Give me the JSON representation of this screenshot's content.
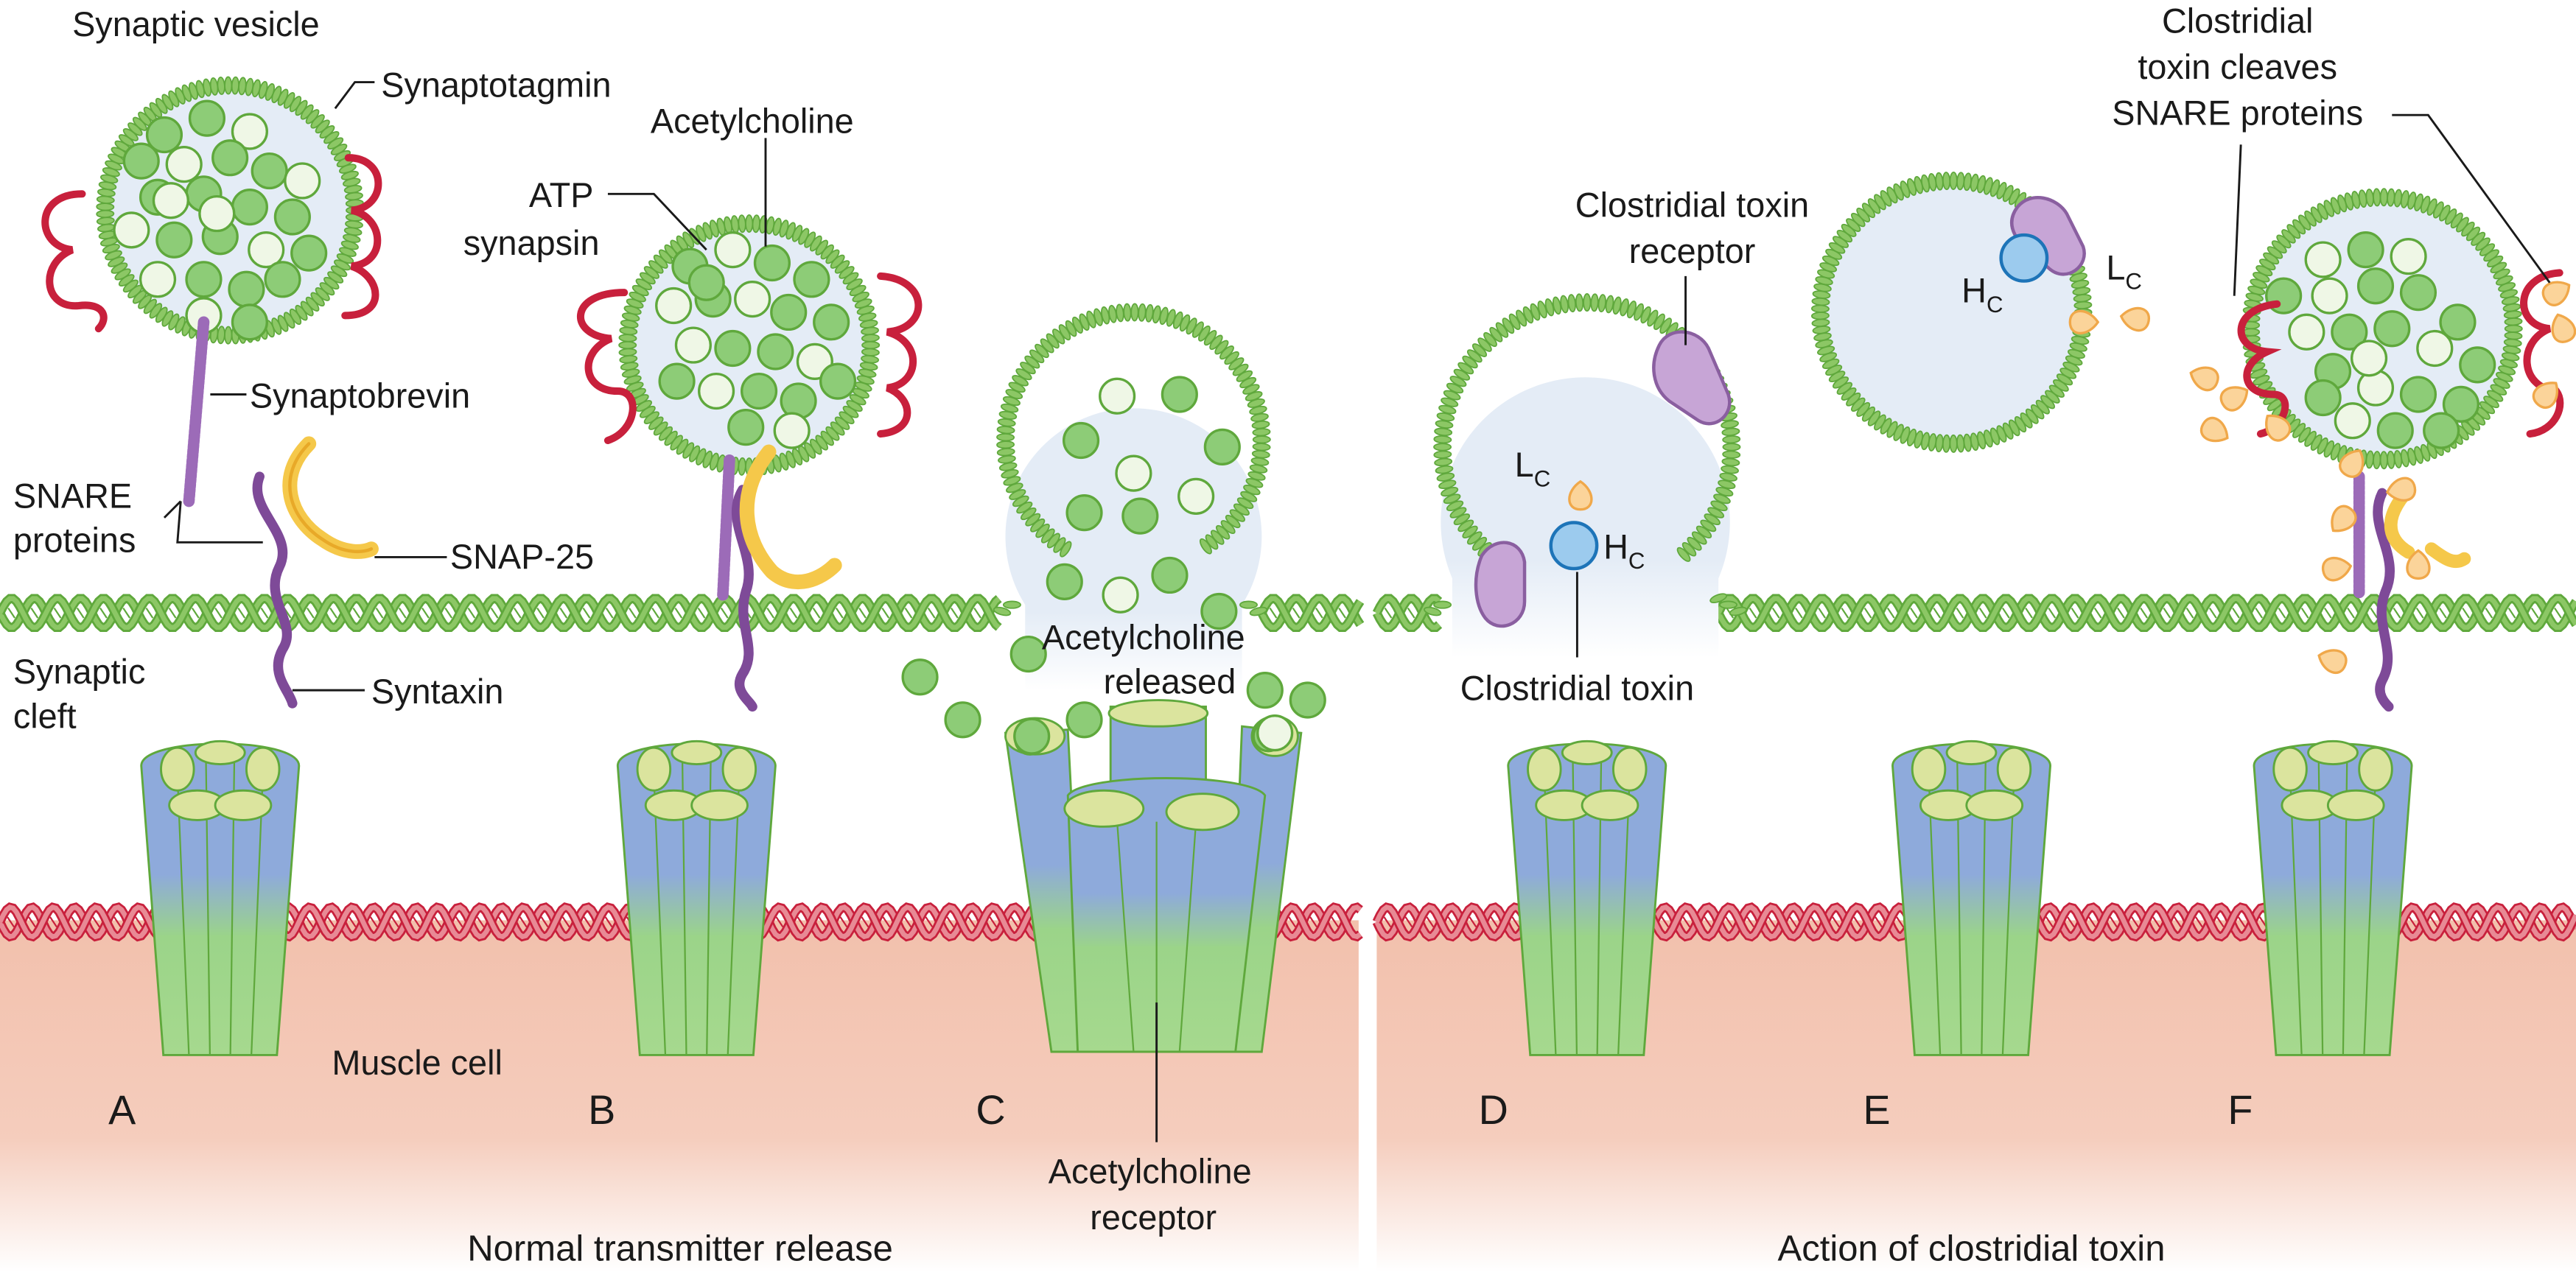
{
  "labels": {
    "synaptic_vesicle": "Synaptic vesicle",
    "synaptotagmin": "Synaptotagmin",
    "acetylcholine": "Acetylcholine",
    "atp_1": "ATP",
    "atp_2": "synapsin",
    "synaptobrevin": "Synaptobrevin",
    "snare_1": "SNARE",
    "snare_2": "proteins",
    "snap25": "SNAP-25",
    "synaptic_cleft_1": "Synaptic",
    "synaptic_cleft_2": "cleft",
    "syntaxin": "Syntaxin",
    "muscle_cell": "Muscle cell",
    "ach_released_1": "Acetylcholine",
    "ach_released_2": "released",
    "ach_receptor_1": "Acetylcholine",
    "ach_receptor_2": "receptor",
    "toxin_receptor_1": "Clostridial toxin",
    "toxin_receptor_2": "receptor",
    "clostridial_toxin": "Clostridial toxin",
    "cleaves_1": "Clostridial",
    "cleaves_2": "toxin cleaves",
    "cleaves_3": "SNARE proteins",
    "lc_main": "L",
    "lc_sub": "C",
    "hc_main": "H",
    "hc_sub": "C"
  },
  "panels": [
    "A",
    "B",
    "C",
    "D",
    "E",
    "F"
  ],
  "captions": {
    "left": "Normal transmitter release",
    "right": "Action of clostridial toxin"
  },
  "colors": {
    "membrane_green": "#8cc765",
    "vesicle_fill": "#e4ecf6",
    "muscle": "#f2c0ac",
    "receptor_blue": "#8eaadb",
    "receptor_green": "#9bd489",
    "receptor_top": "#dbe49e",
    "synaptobrevin": "#9c6bb8",
    "snap25": "#f5c84a",
    "syntaxin": "#7e4a98",
    "synaptotagmin": "#c8203c",
    "toxin_receptor": "#c7a5d6",
    "heavy_chain": "#9ccbee",
    "light_chain": "#fbd49a"
  }
}
